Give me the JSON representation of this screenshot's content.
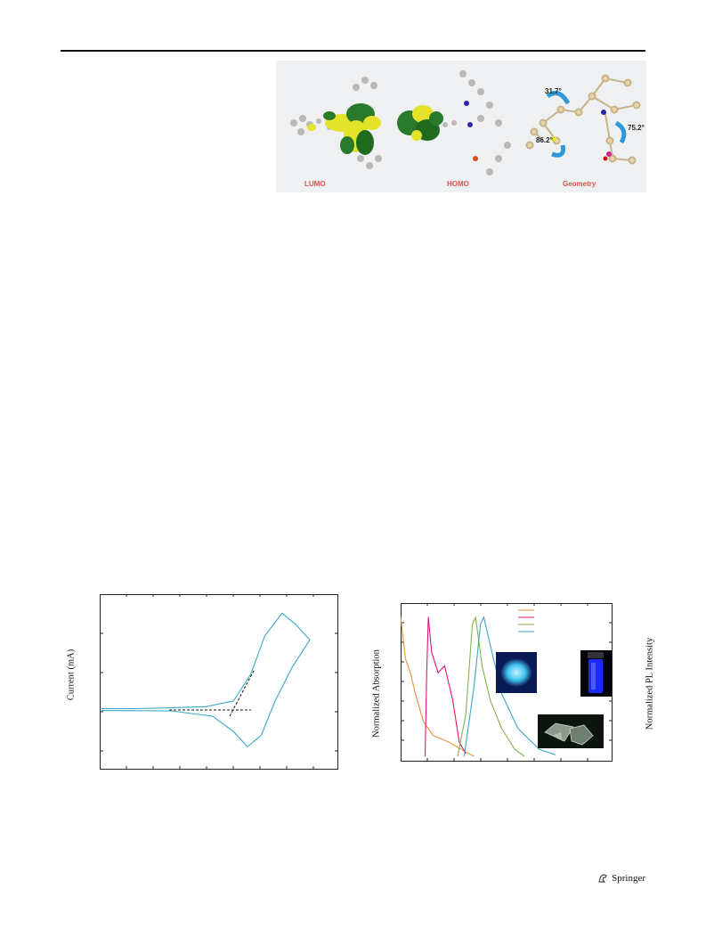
{
  "figure_top": {
    "labels": {
      "lumo": "LUMO",
      "homo": "HOMO",
      "geometry": "Geometry"
    },
    "angles": [
      "31.7°",
      "75.2°",
      "86.2°"
    ]
  },
  "chart_data": [
    {
      "type": "line",
      "title": "",
      "xlabel": "",
      "ylabel": "Current (mA)",
      "grid": false,
      "series": [
        {
          "values_forward": [
            [
              0.0,
              0.0
            ],
            [
              1.0,
              0.0
            ],
            [
              2.0,
              0.02
            ],
            [
              3.0,
              0.05
            ],
            [
              3.8,
              0.2
            ],
            [
              4.3,
              0.9
            ],
            [
              4.7,
              1.9
            ],
            [
              5.2,
              2.5
            ],
            [
              5.6,
              2.2
            ],
            [
              6.0,
              1.8
            ]
          ],
          "values_reverse": [
            [
              6.0,
              1.8
            ],
            [
              5.5,
              1.1
            ],
            [
              5.0,
              0.2
            ],
            [
              4.6,
              -0.7
            ],
            [
              4.2,
              -1.0
            ],
            [
              3.8,
              -0.6
            ],
            [
              3.2,
              -0.2
            ],
            [
              2.0,
              -0.06
            ],
            [
              0.0,
              -0.05
            ]
          ]
        }
      ],
      "annotations": [
        "onset tangent lines"
      ],
      "xlim": [
        0,
        6.0
      ],
      "ylim": [
        -1.6,
        3.0
      ]
    },
    {
      "type": "line",
      "title": "",
      "xlabel": "",
      "ylabel": "Normalized Absorption",
      "ylabel_right": "Normalized PL Intensity",
      "grid": false,
      "legend": "top-right",
      "colors": [
        "#e8923a",
        "#e0157a",
        "#7fb551",
        "#3aa6c9"
      ],
      "series": [
        {
          "values": [
            [
              0,
              1.0
            ],
            [
              3,
              0.7
            ],
            [
              6,
              0.6
            ],
            [
              9,
              0.45
            ],
            [
              14,
              0.25
            ],
            [
              20,
              0.15
            ],
            [
              30,
              0.1
            ],
            [
              40,
              0.03
            ],
            [
              45,
              0.0
            ]
          ]
        },
        {
          "values": [
            [
              15,
              0.0
            ],
            [
              16,
              0.6
            ],
            [
              17,
              1.0
            ],
            [
              19,
              0.75
            ],
            [
              23,
              0.6
            ],
            [
              27,
              0.65
            ],
            [
              32,
              0.4
            ],
            [
              36,
              0.1
            ],
            [
              40,
              0.02
            ]
          ]
        },
        {
          "values": [
            [
              35,
              0.0
            ],
            [
              40,
              0.3
            ],
            [
              44,
              0.95
            ],
            [
              46,
              1.0
            ],
            [
              50,
              0.65
            ],
            [
              55,
              0.4
            ],
            [
              62,
              0.2
            ],
            [
              70,
              0.05
            ],
            [
              76,
              0.0
            ]
          ]
        },
        {
          "values": [
            [
              39,
              0.0
            ],
            [
              45,
              0.5
            ],
            [
              49,
              0.95
            ],
            [
              51,
              1.0
            ],
            [
              55,
              0.8
            ],
            [
              62,
              0.45
            ],
            [
              72,
              0.2
            ],
            [
              85,
              0.05
            ],
            [
              95,
              0.01
            ]
          ]
        }
      ],
      "xlim": [
        0,
        130
      ],
      "ylim": [
        0,
        1.05
      ]
    }
  ],
  "footer": {
    "publisher": "Springer"
  }
}
